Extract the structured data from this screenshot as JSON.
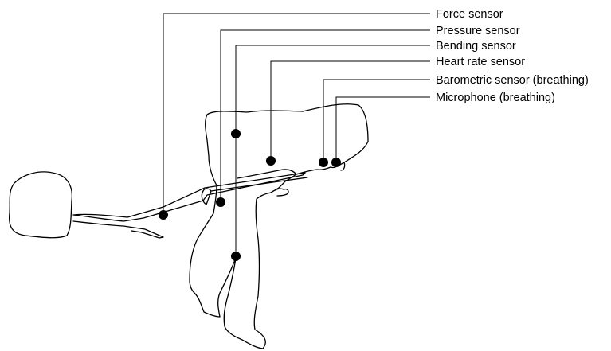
{
  "colors": {
    "ink": "#000000",
    "background": "#ffffff"
  },
  "sensors": [
    {
      "label": "Force sensor"
    },
    {
      "label": "Pressure sensor"
    },
    {
      "label": "Bending sensor"
    },
    {
      "label": "Heart rate sensor"
    },
    {
      "label": "Barometric sensor (breathing)"
    },
    {
      "label": "Microphone (breathing)"
    }
  ]
}
